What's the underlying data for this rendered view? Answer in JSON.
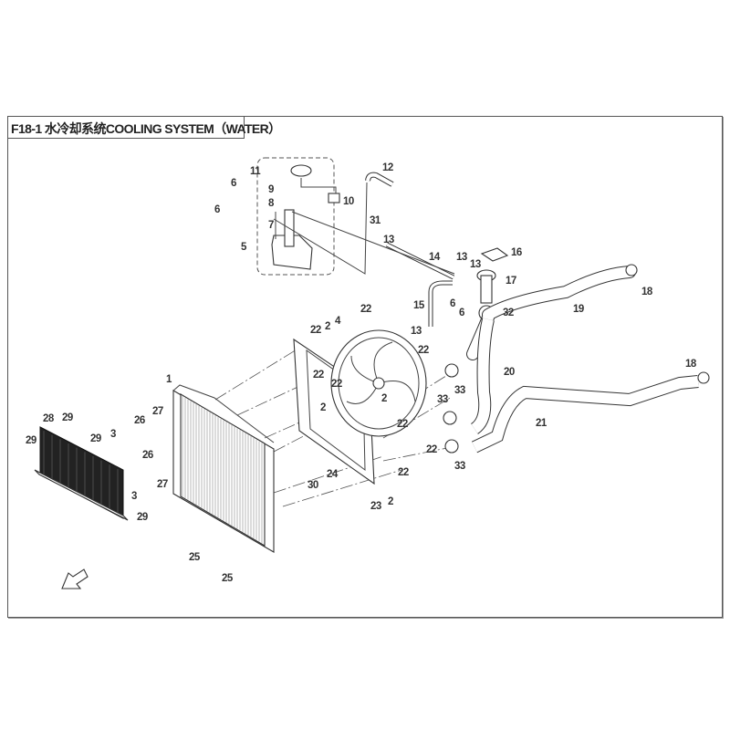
{
  "title": "F18-1 水冷却系统COOLING SYSTEM（WATER）",
  "callouts": [
    "11",
    "12",
    "6",
    "9",
    "8",
    "10",
    "6",
    "31",
    "7",
    "13",
    "5",
    "16",
    "14",
    "13",
    "13",
    "17",
    "18",
    "15",
    "6",
    "6",
    "32",
    "19",
    "22",
    "22",
    "2",
    "4",
    "13",
    "22",
    "20",
    "18",
    "22",
    "22",
    "33",
    "1",
    "2",
    "2",
    "33",
    "21",
    "27",
    "26",
    "29",
    "28",
    "29",
    "3",
    "22",
    "22",
    "33",
    "29",
    "24",
    "27",
    "26",
    "3",
    "30",
    "23",
    "2",
    "22",
    "29",
    "25",
    "25"
  ],
  "icons": {
    "front_arrow": "front-direction-arrow-icon"
  }
}
